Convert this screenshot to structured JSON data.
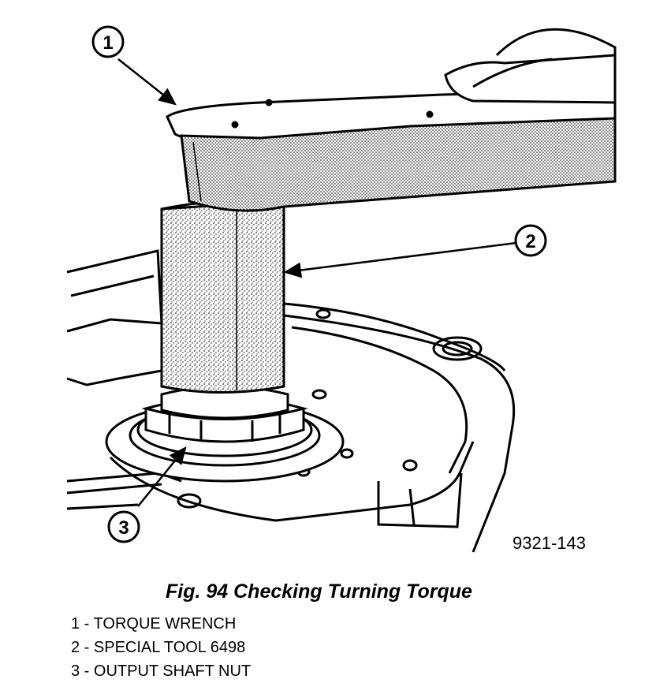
{
  "callouts": [
    {
      "number": "1"
    },
    {
      "number": "2"
    },
    {
      "number": "3"
    }
  ],
  "figure_code": "9321-143",
  "caption": "Fig. 94 Checking Turning Torque",
  "legend": [
    "1 - TORQUE WRENCH",
    "2 - SPECIAL TOOL 6498",
    "3 - OUTPUT SHAFT NUT"
  ]
}
